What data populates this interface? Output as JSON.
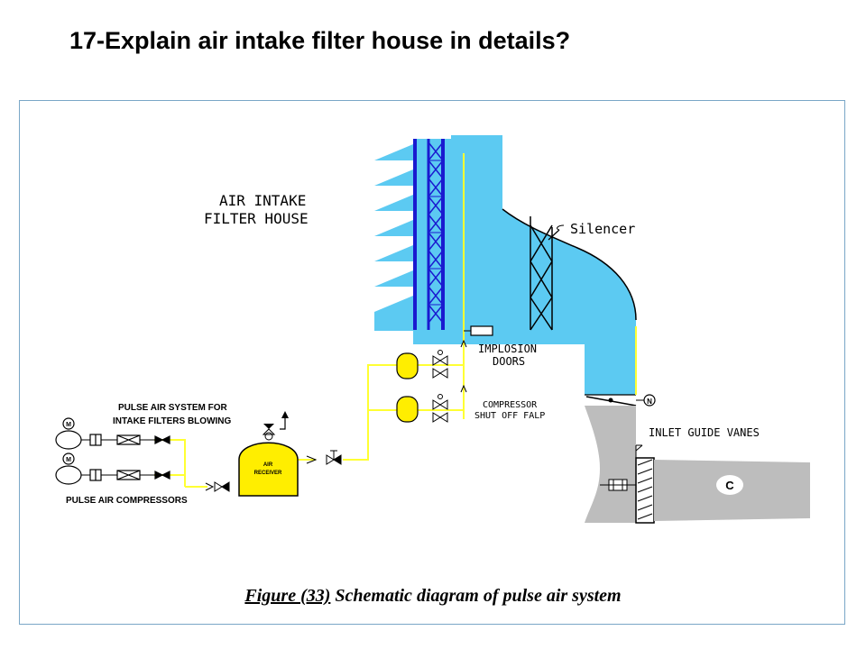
{
  "slide": {
    "title": "17-Explain air intake filter house in details?"
  },
  "diagram": {
    "labels": {
      "air_intake_1": "AIR INTAKE",
      "air_intake_2": "FILTER HOUSE",
      "silencer": "Silencer",
      "implosion_1": "IMPLOSION",
      "implosion_2": "DOORS",
      "compressor_flap_1": "COMPRESSOR",
      "compressor_flap_2": "SHUT OFF FALP",
      "inlet_guide_vanes": "INLET GUIDE VANES",
      "pulse_system_1": "PULSE AIR SYSTEM FOR",
      "pulse_system_2": "INTAKE FILTERS BLOWING",
      "pulse_compressors": "PULSE AIR COMPRESSORS",
      "air_receiver_1": "AIR",
      "air_receiver_2": "RECEIVER",
      "motor_symbol": "M",
      "n_symbol": "N",
      "compressor_symbol": "C"
    },
    "colors": {
      "duct_blue": "#5ccaf2",
      "filter_blue": "#1a1ad0",
      "pipe_yellow": "#ffff33",
      "tank_yellow": "#ffee00",
      "compressor_gray": "#bdbdbd"
    }
  },
  "caption": {
    "figure_number": "Figure (33)",
    "text": " Schematic diagram of pulse air system"
  }
}
